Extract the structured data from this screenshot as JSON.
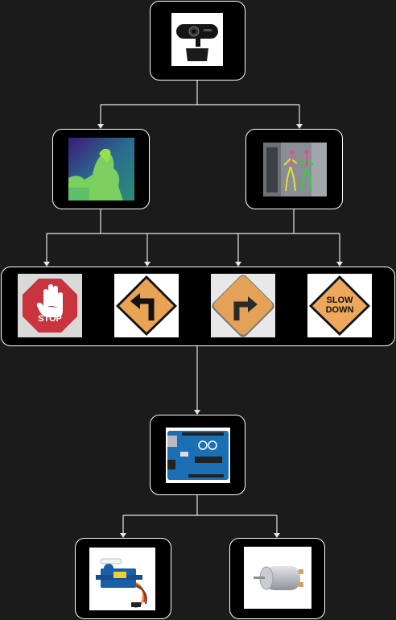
{
  "diagram": {
    "nodes": {
      "camera": {
        "icon": "webcam-icon"
      },
      "depth_map": {
        "icon": "depth-map-image"
      },
      "pose_estimation": {
        "icon": "pose-skeleton-image"
      },
      "signs": [
        {
          "icon": "stop-hand-sign-icon",
          "label": "STOP",
          "color": "#c8353f"
        },
        {
          "icon": "turn-left-sign-icon",
          "label": "",
          "color": "#e8a355"
        },
        {
          "icon": "turn-right-sign-icon",
          "label": "",
          "color": "#e3a257"
        },
        {
          "icon": "slow-down-sign-icon",
          "label_line1": "SLOW",
          "label_line2": "DOWN",
          "color": "#eda85c"
        }
      ],
      "arduino": {
        "icon": "arduino-board-icon",
        "color": "#1a6fb5"
      },
      "servo": {
        "icon": "servo-motor-icon",
        "color": "#1b5ea8"
      },
      "dc_motor": {
        "icon": "dc-motor-icon"
      }
    },
    "colors": {
      "background": "#1b1b1c",
      "node_fill": "#000000",
      "node_border": "#ffffff",
      "connector": "#e6e6e6"
    }
  }
}
